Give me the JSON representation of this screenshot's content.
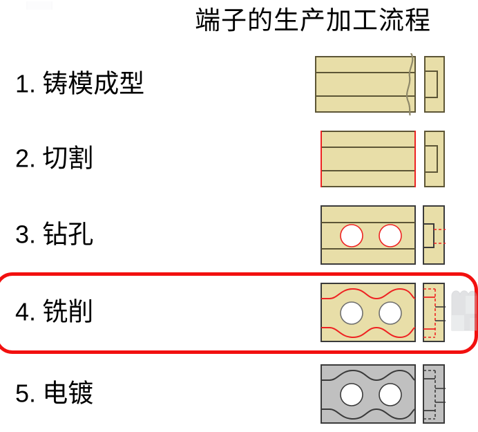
{
  "document": {
    "title": "端子的生产加工流程",
    "language": "zh-CN"
  },
  "colors": {
    "material_fill": "#e8dea8",
    "material_stroke": "#5c5535",
    "plated_fill": "#c0c0c0",
    "plated_stroke": "#3a3a3a",
    "cut_line": "#ee2222",
    "highlight_border": "#f2100f",
    "hole_fill": "#ffffff",
    "page_background": "#ffffff",
    "text": "#000000"
  },
  "steps": [
    {
      "index": "1.",
      "number": "1",
      "label": "铸模成型",
      "name_en": "die-forming",
      "highlighted": false,
      "diagram": {
        "type": "front-and-side-view",
        "material": "brass-stock",
        "features": [
          "horizontal-divider-lines",
          "wavy-break-line",
          "side-view-notch"
        ],
        "hole_count": 0,
        "has_red_marks": false
      }
    },
    {
      "index": "2.",
      "number": "2",
      "label": "切割",
      "name_en": "cutting",
      "highlighted": false,
      "diagram": {
        "type": "front-and-side-view",
        "material": "brass-stock",
        "features": [
          "horizontal-divider-lines",
          "red-vertical-cut-lines",
          "side-view-notch"
        ],
        "hole_count": 0,
        "has_red_marks": true
      }
    },
    {
      "index": "3.",
      "number": "3",
      "label": "钻孔",
      "name_en": "drilling",
      "highlighted": false,
      "diagram": {
        "type": "front-and-side-view",
        "material": "brass-stock",
        "features": [
          "two-drilled-holes",
          "red-hole-outlines",
          "red-dashed-centerlines",
          "side-view-notch"
        ],
        "hole_count": 2,
        "has_red_marks": true
      }
    },
    {
      "index": "4.",
      "number": "4",
      "label": "铣削",
      "name_en": "milling",
      "highlighted": true,
      "diagram": {
        "type": "front-and-side-view-with-3d-preview",
        "material": "brass-stock",
        "features": [
          "milled-scallop-curves",
          "two-holes",
          "red-tool-path",
          "red-dashed-lines",
          "3d-preview"
        ],
        "hole_count": 2,
        "has_red_marks": true
      }
    },
    {
      "index": "5.",
      "number": "5",
      "label": "电镀",
      "name_en": "electroplating",
      "highlighted": false,
      "diagram": {
        "type": "front-and-side-view",
        "material": "plated-metal",
        "features": [
          "milled-scallop-curves",
          "two-holes",
          "grey-plated-finish",
          "dashed-lines"
        ],
        "hole_count": 2,
        "has_red_marks": false
      }
    }
  ]
}
